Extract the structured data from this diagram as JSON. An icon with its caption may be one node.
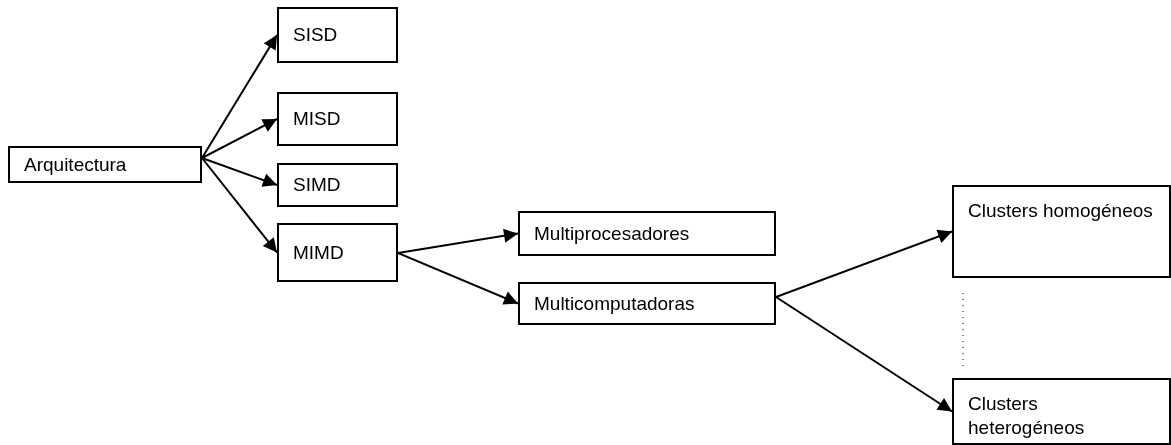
{
  "diagram": {
    "nodes": [
      {
        "text": [
          "Arquitectura"
        ]
      },
      {
        "text": [
          "SISD"
        ]
      },
      {
        "text": [
          "MISD"
        ]
      },
      {
        "text": [
          "SIMD"
        ]
      },
      {
        "text": [
          "MIMD"
        ]
      },
      {
        "text": [
          "Multiprocesadores"
        ]
      },
      {
        "text": [
          "Multicomputadoras"
        ]
      },
      {
        "text": [
          "Clusters homogéneos"
        ]
      },
      {
        "text": [
          "Clusters heterogéneos"
        ]
      }
    ],
    "edges": [
      {
        "from": 0,
        "to": 1,
        "arrow": "to"
      },
      {
        "from": 0,
        "to": 2,
        "arrow": "to"
      },
      {
        "from": 0,
        "to": 3,
        "arrow": "to"
      },
      {
        "from": 0,
        "to": 4,
        "arrow": "to"
      },
      {
        "from": 4,
        "to": 5,
        "arrow": "to"
      },
      {
        "from": 4,
        "to": 6,
        "arrow": "to"
      },
      {
        "from": 6,
        "to": 7,
        "arrow": "to"
      },
      {
        "from": 6,
        "to": 8,
        "arrow": "to"
      }
    ]
  }
}
